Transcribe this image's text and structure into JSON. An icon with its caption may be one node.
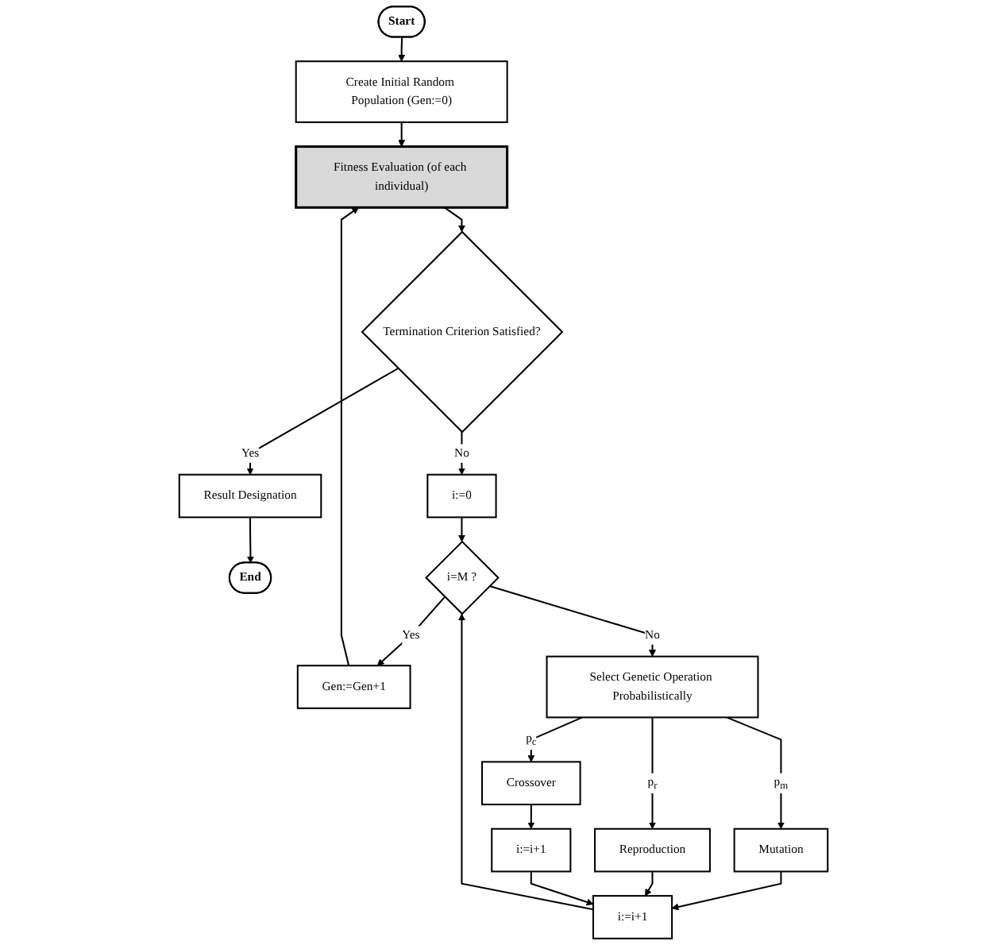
{
  "diagram": {
    "nodes": [
      {
        "text": [
          "Start"
        ]
      },
      {
        "text": [
          "Create Initial Random Population (Gen:=0)"
        ]
      },
      {
        "text": [
          "Fitness Evaluation (of each individual)"
        ]
      },
      {
        "text": [
          "Termination Criterion Satisfied?"
        ]
      },
      {
        "text": [
          "Result Designation"
        ]
      },
      {
        "text": [
          "End"
        ]
      },
      {
        "text": [
          "i:=0"
        ]
      },
      {
        "text": [
          "i=M ?"
        ]
      },
      {
        "text": [
          "Gen:=Gen+1"
        ]
      },
      {
        "text": [
          "Select Genetic Operation Probabilistically"
        ]
      },
      {
        "text": [
          "Mutation"
        ]
      },
      {
        "text": [
          "Reproduction"
        ]
      },
      {
        "text": [
          "Crossover"
        ]
      },
      {
        "text": [
          "i:=i+1"
        ]
      },
      {
        "text": [
          "i:=i+1"
        ]
      }
    ],
    "edges": [
      {
        "from": 0,
        "to": 1,
        "arrow": "to"
      },
      {
        "from": 1,
        "to": 2,
        "arrow": "to"
      },
      {
        "from": 2,
        "to": 3,
        "arrow": "to"
      },
      {
        "from": 3,
        "to": 4,
        "arrow": "to",
        "label": "Yes"
      },
      {
        "from": 4,
        "to": 5,
        "arrow": "to"
      },
      {
        "from": 3,
        "to": 6,
        "arrow": "to",
        "label": "No"
      },
      {
        "from": 6,
        "to": 7,
        "arrow": "to"
      },
      {
        "from": 7,
        "to": 8,
        "arrow": "to",
        "label": "Yes"
      },
      {
        "from": 8,
        "to": 2,
        "arrow": "to"
      },
      {
        "from": 7,
        "to": 9,
        "arrow": "to",
        "label": "No"
      },
      {
        "from": 9,
        "to": 10,
        "arrow": "to",
        "label": "p$_{m}$"
      },
      {
        "from": 9,
        "to": 11,
        "arrow": "to",
        "label": "p$_{r}$"
      },
      {
        "from": 9,
        "to": 12,
        "arrow": "to",
        "label": "p$_{c}$"
      },
      {
        "from": 12,
        "to": 13,
        "arrow": "to"
      },
      {
        "from": 10,
        "to": 14,
        "arrow": "to"
      },
      {
        "from": 11,
        "to": 14,
        "arrow": "to"
      },
      {
        "from": 13,
        "to": 14,
        "arrow": "to"
      },
      {
        "from": 14,
        "to": 7,
        "arrow": "to"
      }
    ]
  }
}
